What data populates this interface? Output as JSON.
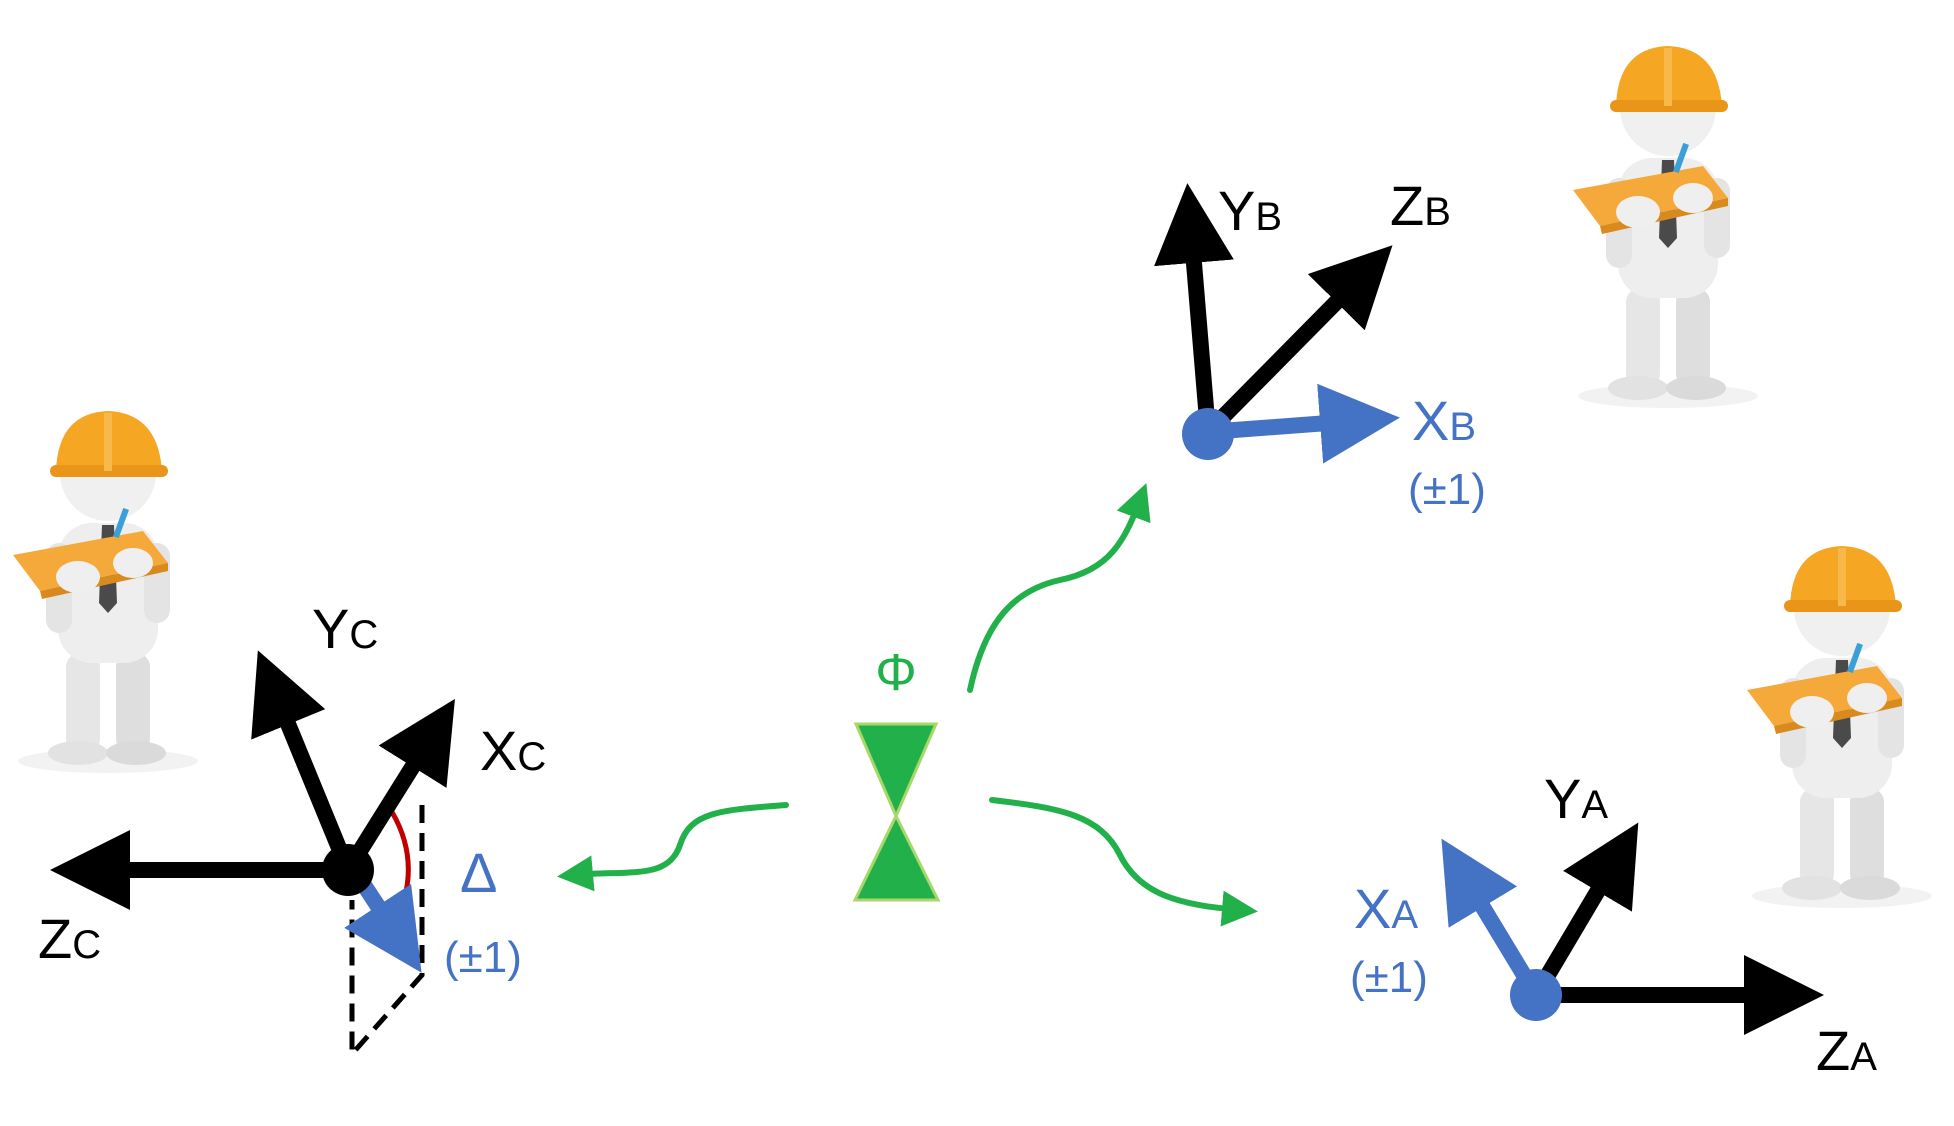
{
  "colors": {
    "axis": "#000000",
    "measured_axis": "#4472c4",
    "source": "#22b04b",
    "angle_arc": "#c00000",
    "helmet": "#f5a623",
    "clipboard": "#f6a93b",
    "figure": "#ececec"
  },
  "source": {
    "symbol": "Φ",
    "icon": "hourglass-source-icon"
  },
  "observers": [
    {
      "id": "C",
      "icon": "worker-with-clipboard-icon",
      "axes": {
        "x": {
          "base": "X",
          "sub": "C"
        },
        "y": {
          "base": "Y",
          "sub": "C"
        },
        "z": {
          "base": "Z",
          "sub": "C"
        }
      },
      "angle_symbol": "Δ",
      "outcome": "(±1)"
    },
    {
      "id": "B",
      "icon": "worker-with-clipboard-icon",
      "axes": {
        "x": {
          "base": "X",
          "sub": "B"
        },
        "y": {
          "base": "Y",
          "sub": "B"
        },
        "z": {
          "base": "Z",
          "sub": "B"
        }
      },
      "outcome": "(±1)"
    },
    {
      "id": "A",
      "icon": "worker-with-clipboard-icon",
      "axes": {
        "x": {
          "base": "X",
          "sub": "A"
        },
        "y": {
          "base": "Y",
          "sub": "A"
        },
        "z": {
          "base": "Z",
          "sub": "A"
        }
      },
      "outcome": "(±1)"
    }
  ]
}
